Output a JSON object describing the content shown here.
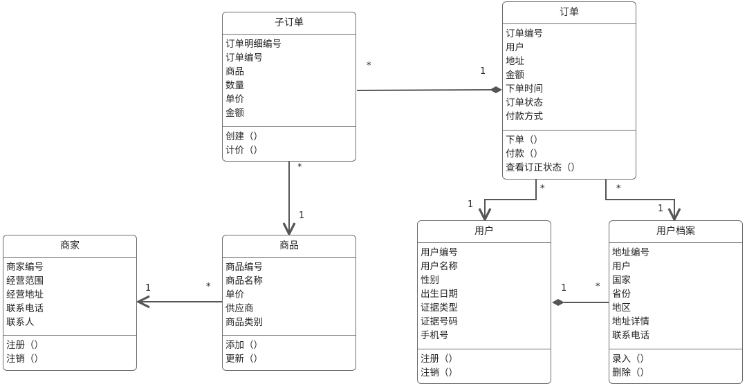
{
  "classes": {
    "suborder": {
      "name": "子订单",
      "attributes": [
        "订单明细编号",
        "订单编号",
        "商品",
        "数量",
        "单价",
        "金额"
      ],
      "methods": [
        "创建（）",
        "计价（）"
      ]
    },
    "order": {
      "name": "订单",
      "attributes": [
        "订单编号",
        "用户",
        "地址",
        "金额",
        "下单时间",
        "订单状态",
        "付款方式"
      ],
      "methods": [
        "下单（）",
        "付款（）",
        "查看订正状态（）"
      ]
    },
    "merchant": {
      "name": "商家",
      "attributes": [
        "商家编号",
        "经营范围",
        "经营地址",
        "联系电话",
        "联系人"
      ],
      "methods": [
        "注册（）",
        "注销（）"
      ]
    },
    "product": {
      "name": "商品",
      "attributes": [
        "商品编号",
        "商品名称",
        "单价",
        "供应商",
        "商品类别"
      ],
      "methods": [
        "添加（）",
        "更新（）"
      ]
    },
    "user": {
      "name": "用户",
      "attributes": [
        "用户编号",
        "用户名称",
        "性别",
        "出生日期",
        "证据类型",
        "证据号码",
        "手机号"
      ],
      "methods": [
        "注册（）",
        "注销（）"
      ]
    },
    "profile": {
      "name": "用户档案",
      "attributes": [
        "地址编号",
        "用户",
        "国家",
        "省份",
        "地区",
        "地址详情",
        "联系电话"
      ],
      "methods": [
        "录入（）",
        "删除（）"
      ]
    }
  },
  "multiplicities": {
    "suborder_order_many": "*",
    "suborder_order_one": "1",
    "suborder_product_many": "*",
    "suborder_product_one": "1",
    "product_merchant_many": "*",
    "product_merchant_one": "1",
    "order_user_many": "*",
    "order_user_one": "1",
    "order_profile_many": "*",
    "order_profile_one": "1",
    "profile_user_many": "*",
    "profile_user_one": "1"
  },
  "colors": {
    "line": "#555555",
    "border": "#6b6b6b",
    "text": "#222222"
  }
}
